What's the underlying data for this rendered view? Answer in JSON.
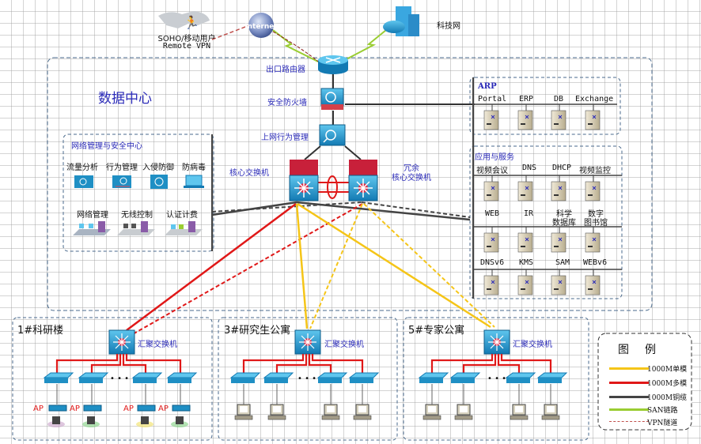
{
  "title": "数据中心",
  "top": {
    "remote_label_1": "SOHO/移动用户",
    "remote_label_2": "Remote VPN",
    "internet_label": "Internet",
    "tech_net_label": "科技网"
  },
  "core": {
    "router": "出口路由器",
    "firewall": "安全防火墙",
    "behavior_mgmt": "上网行为管理",
    "core_switch": "核心交换机",
    "redundant_1": "冗余",
    "redundant_2": "核心交换机"
  },
  "mgmt_center": {
    "title": "网络管理与安全中心",
    "row1": [
      "流量分析",
      "行为管理",
      "入侵防御",
      "防病毒"
    ],
    "row2": [
      "网络管理",
      "无线控制",
      "认证计费"
    ]
  },
  "arp": {
    "title": "ARP",
    "servers": [
      "Portal",
      "ERP",
      "DB",
      "Exchange"
    ]
  },
  "apps": {
    "title": "应用与服务",
    "row1_top": [
      "视频会议",
      "DNS",
      "DHCP",
      "视频监控"
    ],
    "row1_bottom": [
      "WEB",
      "IR",
      "科学\n数据库",
      "数字\n图书馆"
    ],
    "row2_bottom": [
      "DNSv6",
      "KMS",
      "SAM",
      "WEBv6"
    ],
    "sci_db_1": "科学",
    "sci_db_2": "数据库",
    "lib_1": "数字",
    "lib_2": "图书馆"
  },
  "buildings": [
    {
      "title": "1#科研楼",
      "switch_label": "汇聚交换机",
      "endpoint": "AP"
    },
    {
      "title": "3#研究生公寓",
      "switch_label": "汇聚交换机",
      "endpoint": "PC"
    },
    {
      "title": "5#专家公寓",
      "switch_label": "汇聚交换机",
      "endpoint": "PC"
    }
  ],
  "ellipsis": "• • •",
  "ap_label": "AP",
  "legend": {
    "title": "图例",
    "items": [
      {
        "label": "1000M单模",
        "color": "#f5c518",
        "style": "solid"
      },
      {
        "label": "1000M多模",
        "color": "#e01818",
        "style": "solid"
      },
      {
        "label": "1000M铜缆",
        "color": "#444444",
        "style": "solid"
      },
      {
        "label": "SAN链路",
        "color": "#9acd32",
        "style": "solid"
      },
      {
        "label": "VPN隧道",
        "color": "#c0504d",
        "style": "dashed"
      }
    ]
  },
  "colors": {
    "label_blue": "#2a2ab8",
    "device_blue": "#1f8fc4",
    "core_red": "#c8203a",
    "box_border": "#4a6a8c"
  }
}
